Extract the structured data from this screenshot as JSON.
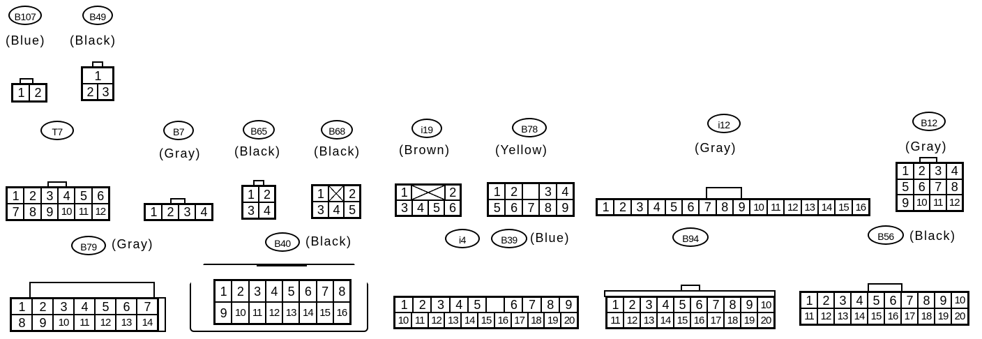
{
  "labels": {
    "b107": {
      "id": "B107",
      "color": "(Blue)"
    },
    "b49": {
      "id": "B49",
      "color": "(Black)"
    },
    "t7": {
      "id": "T7"
    },
    "b7": {
      "id": "B7",
      "color": "(Gray)"
    },
    "b65": {
      "id": "B65",
      "color": "(Black)"
    },
    "b68": {
      "id": "B68",
      "color": "(Black)"
    },
    "i19": {
      "id": "i19",
      "color": "(Brown)"
    },
    "b78": {
      "id": "B78",
      "color": "(Yellow)"
    },
    "i12": {
      "id": "i12",
      "color": "(Gray)"
    },
    "b12": {
      "id": "B12",
      "color": "(Gray)"
    },
    "b79": {
      "id": "B79",
      "color": "(Gray)"
    },
    "b40": {
      "id": "B40",
      "color": "(Black)"
    },
    "i4": {
      "id": "i4"
    },
    "b39": {
      "id": "B39",
      "color": "(Blue)"
    },
    "b94": {
      "id": "B94"
    },
    "b56": {
      "id": "B56",
      "color": "(Black)"
    }
  },
  "connectors": {
    "b107": [
      [
        "1",
        "2"
      ]
    ],
    "b49": [
      [
        "1"
      ],
      [
        "2",
        "3"
      ]
    ],
    "t7": [
      [
        "1",
        "2",
        "3",
        "4",
        "5",
        "6"
      ],
      [
        "7",
        "8",
        "9",
        "10",
        "11",
        "12"
      ]
    ],
    "b7": [
      [
        "1",
        "2",
        "3",
        "4"
      ]
    ],
    "b65": [
      [
        "1",
        "2"
      ],
      [
        "3",
        "4"
      ]
    ],
    "b68": [
      [
        "1",
        "X",
        "2"
      ],
      [
        "3",
        "4",
        "5"
      ]
    ],
    "i19": [
      [
        "1",
        "X",
        "2"
      ],
      [
        "3",
        "4",
        "5",
        "6"
      ]
    ],
    "b78": [
      [
        "1",
        "2",
        "",
        "3",
        "4"
      ],
      [
        "5",
        "6",
        "7",
        "8",
        "9"
      ]
    ],
    "i12": [
      [
        "1",
        "2",
        "3",
        "4",
        "5",
        "6",
        "7",
        "8",
        "9",
        "10",
        "11",
        "12",
        "13",
        "14",
        "15",
        "16"
      ]
    ],
    "b12": [
      [
        "1",
        "2",
        "3",
        "4"
      ],
      [
        "5",
        "6",
        "7",
        "8"
      ],
      [
        "9",
        "10",
        "11",
        "12"
      ]
    ],
    "b79": [
      [
        "1",
        "2",
        "3",
        "4",
        "5",
        "6",
        "7"
      ],
      [
        "8",
        "9",
        "10",
        "11",
        "12",
        "13",
        "14"
      ]
    ],
    "b40": [
      [
        "1",
        "2",
        "3",
        "4",
        "5",
        "6",
        "7",
        "8"
      ],
      [
        "9",
        "10",
        "11",
        "12",
        "13",
        "14",
        "15",
        "16"
      ]
    ],
    "i4": [
      [
        "1",
        "2",
        "3",
        "4",
        "5",
        "",
        "6",
        "7",
        "8",
        "9"
      ],
      [
        "10",
        "11",
        "12",
        "13",
        "14",
        "15",
        "16",
        "17",
        "18",
        "19",
        "20"
      ]
    ],
    "b94": [
      [
        "1",
        "2",
        "3",
        "4",
        "5",
        "6",
        "7",
        "8",
        "9",
        "10"
      ],
      [
        "11",
        "12",
        "13",
        "14",
        "15",
        "16",
        "17",
        "18",
        "19",
        "20"
      ]
    ],
    "b56": [
      [
        "1",
        "2",
        "3",
        "4",
        "5",
        "6",
        "7",
        "8",
        "9",
        "10"
      ],
      [
        "11",
        "12",
        "13",
        "14",
        "15",
        "16",
        "17",
        "18",
        "19",
        "20"
      ]
    ]
  }
}
